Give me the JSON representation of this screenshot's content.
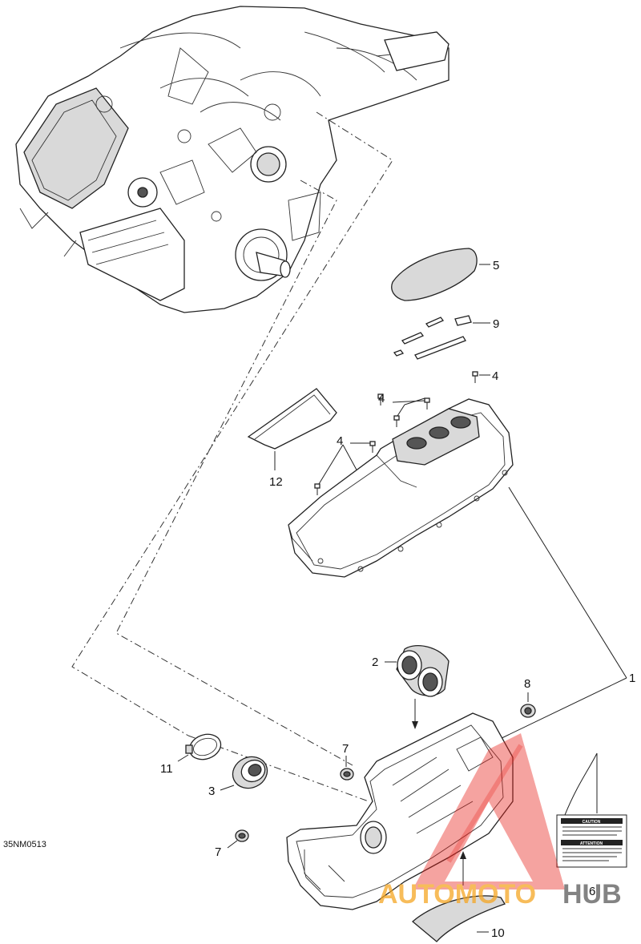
{
  "diagram": {
    "reference_code": "35NM0513",
    "callouts": {
      "p1": "1",
      "p2": "2",
      "p3": "3",
      "p4a": "4",
      "p4b": "4",
      "p4c": "4",
      "p5": "5",
      "p6": "6",
      "p7a": "7",
      "p7b": "7",
      "p8": "8",
      "p9": "9",
      "p10": "10",
      "p11": "11",
      "p12": "12"
    },
    "decal": {
      "caution_title": "CAUTION",
      "attention_title": "ATTENTION"
    }
  },
  "watermark": {
    "brand_part1": "AUTOMOTO",
    "brand_part2": "HUB",
    "colors": {
      "triangle": "#e8201a",
      "brand_orange": "#f5a623",
      "brand_grey": "#5a5a5a"
    }
  }
}
